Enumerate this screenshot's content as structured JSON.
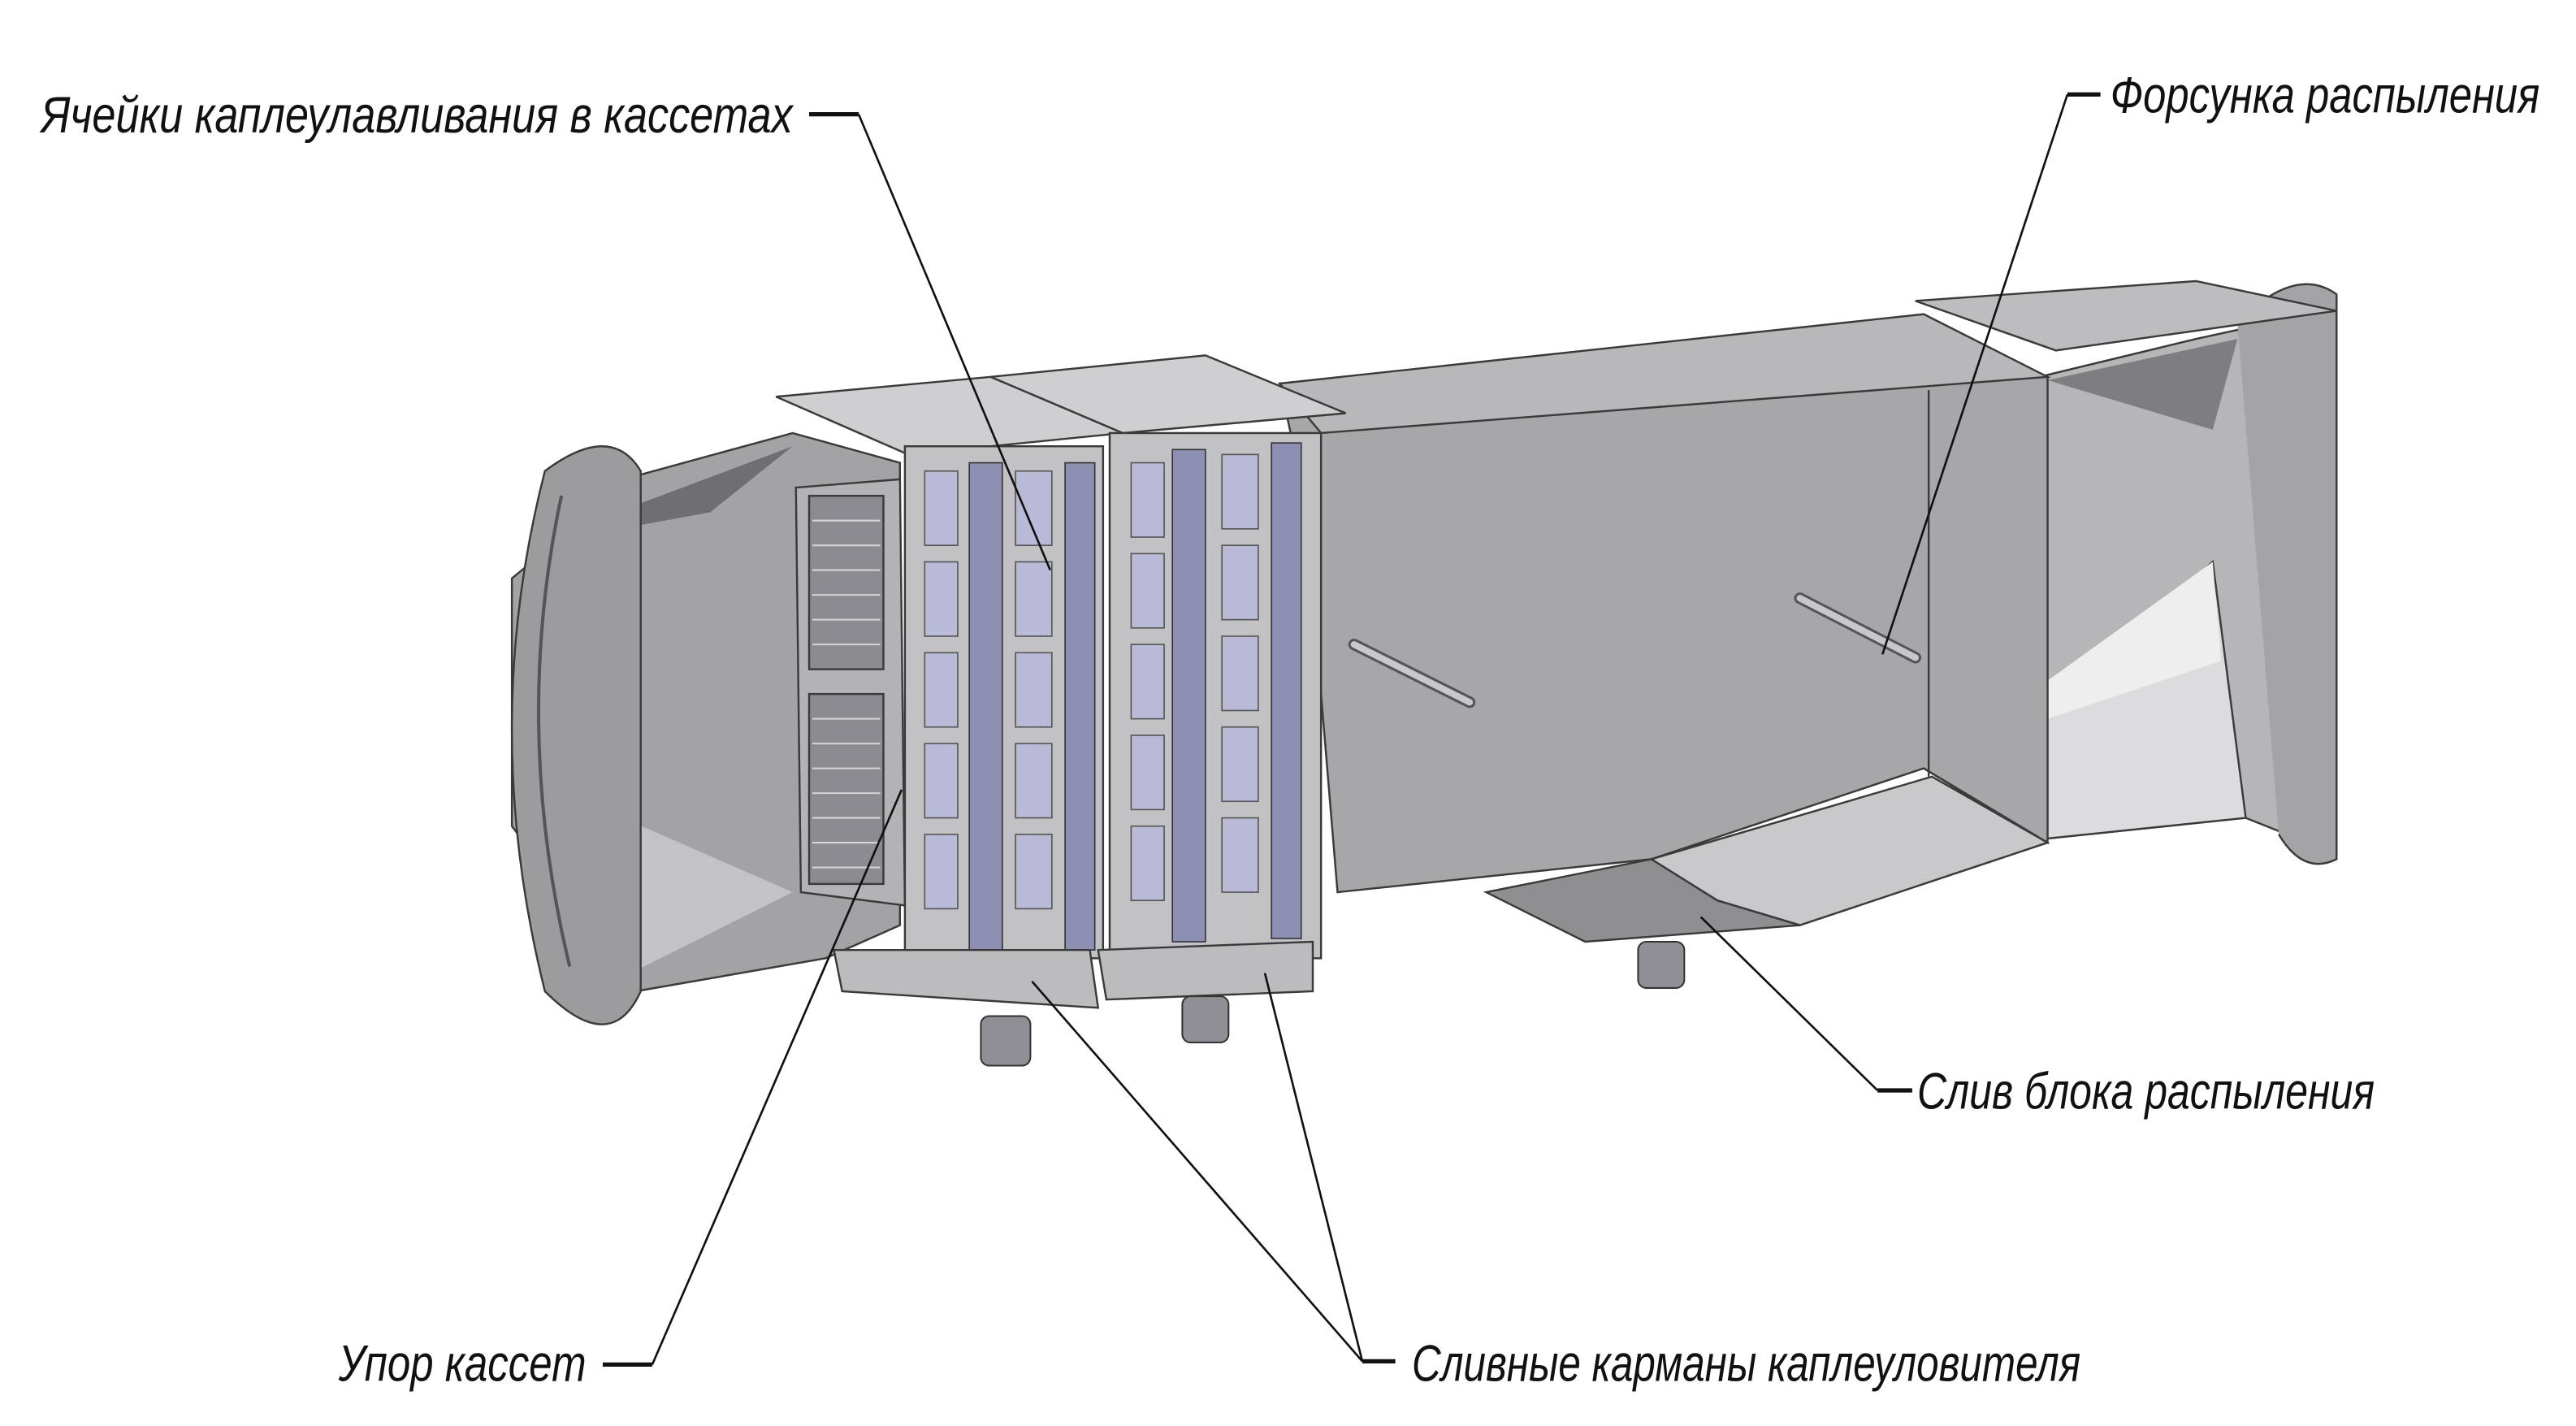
{
  "labels": {
    "cells": "Ячейки каплеулавливания в кассетах",
    "nozzle": "Форсунка распыления",
    "spray_drain": "Слив блока распыления",
    "cassette_stop": "Упор кассет",
    "drain_pockets": "Сливные карманы каплеуловителя"
  },
  "colors": {
    "body": "#a9a9ab",
    "body_light": "#c4c4c6",
    "body_dark": "#7d7d80",
    "cell_blue": "#b9bad8",
    "edge": "#3a3a3a"
  }
}
